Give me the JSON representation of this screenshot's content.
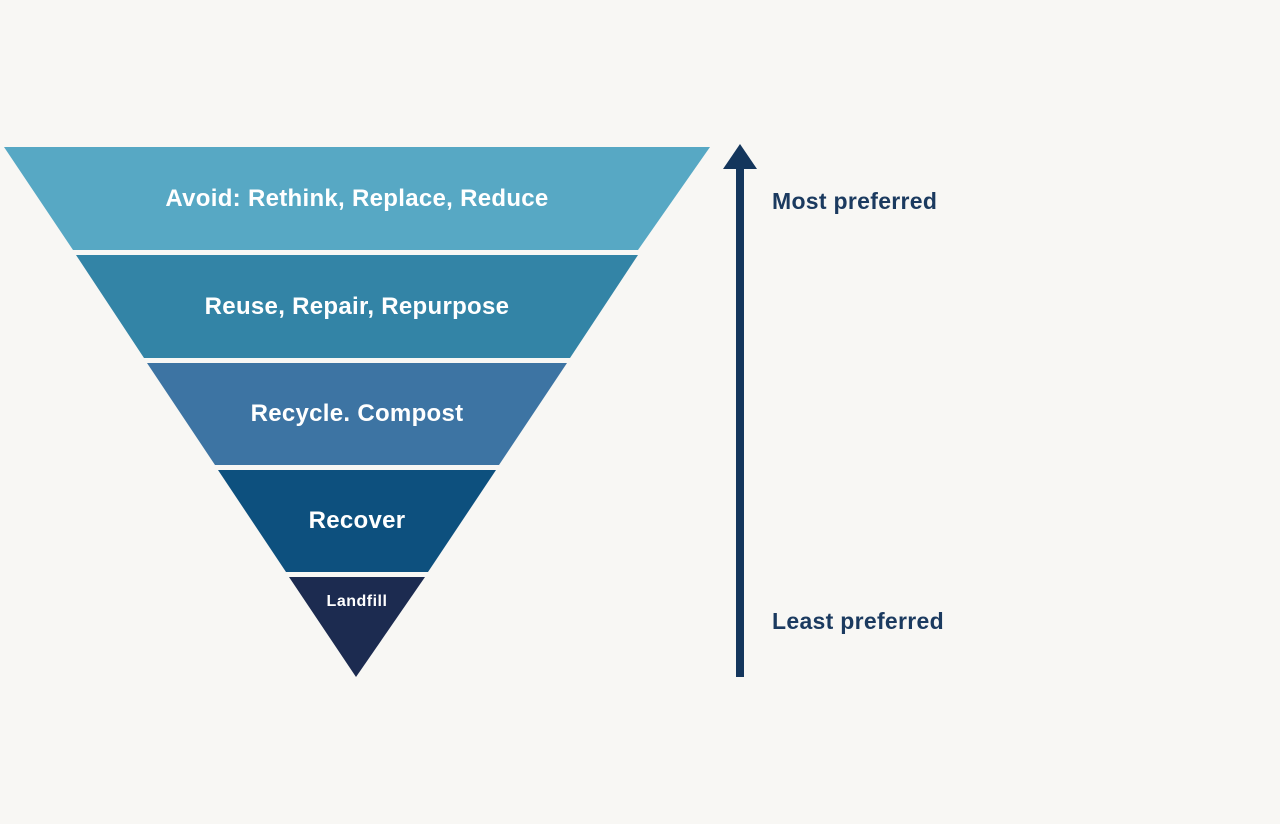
{
  "page": {
    "background_color": "#F8F7F4",
    "text_color_on_tiers": "#FFFFFF"
  },
  "pyramid": {
    "type": "inverted-pyramid",
    "description": "waste-hierarchy",
    "tiers": [
      {
        "label": "Avoid: Rethink, Replace, Reduce",
        "color": "#57A8C4",
        "rank": 1
      },
      {
        "label": "Reuse, Repair, Repurpose",
        "color": "#3384A6",
        "rank": 2
      },
      {
        "label": "Recycle. Compost",
        "color": "#3D74A3",
        "rank": 3
      },
      {
        "label": "Recover",
        "color": "#0D507E",
        "rank": 4
      },
      {
        "label": "Landfill",
        "color": "#1C2B50",
        "rank": 5
      }
    ]
  },
  "scale": {
    "top_label": "Most preferred",
    "bottom_label": "Least preferred",
    "arrow_direction": "up",
    "arrow_color": "#14365C",
    "label_color": "#1B3A5F"
  }
}
